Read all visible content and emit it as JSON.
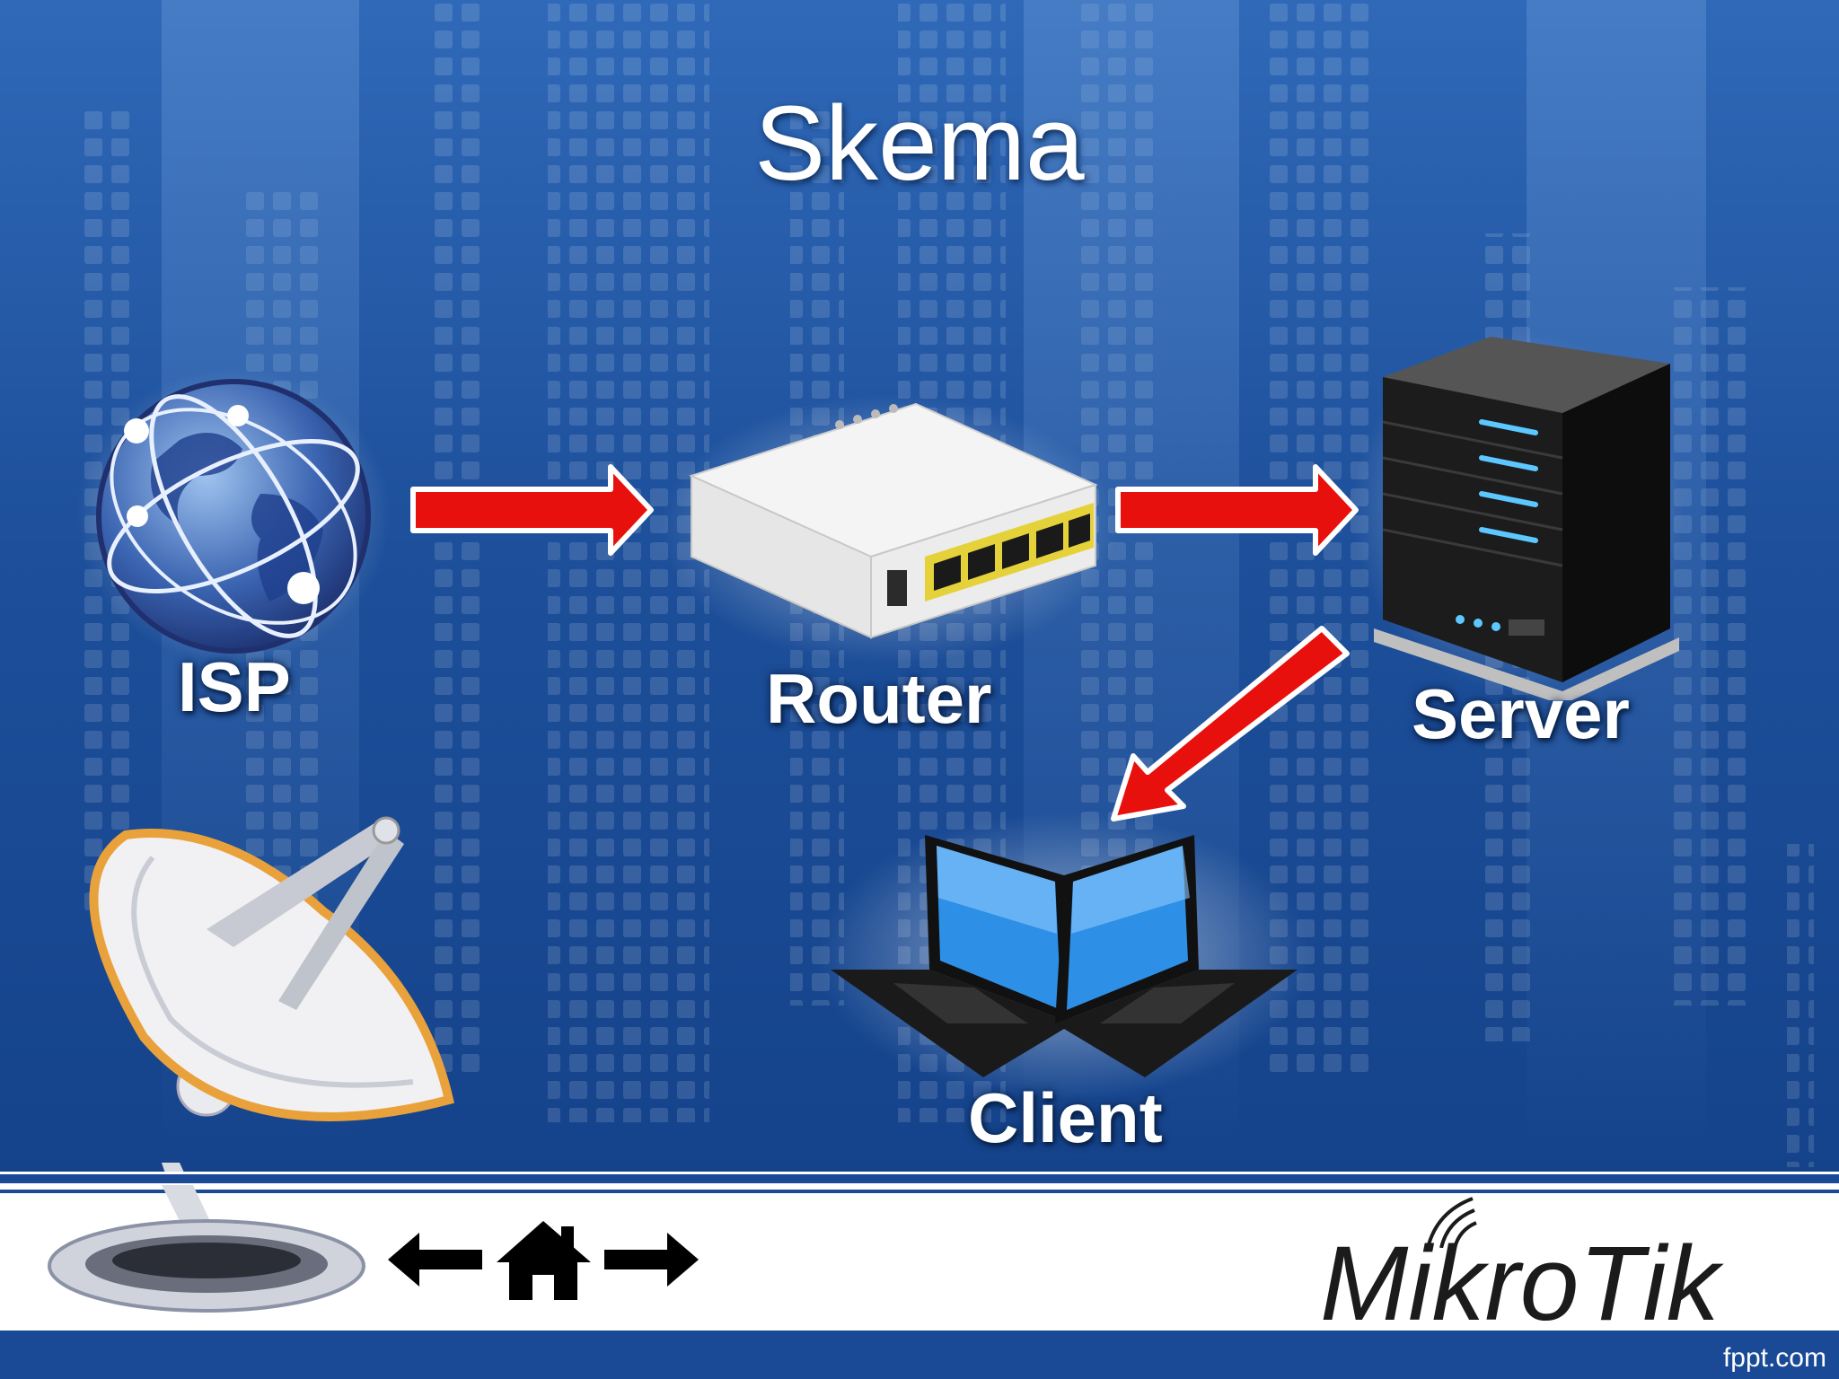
{
  "title": "Skema",
  "nodes": {
    "isp": {
      "label": "ISP",
      "icon": "globe-icon"
    },
    "router": {
      "label": "Router",
      "icon": "router-icon"
    },
    "server": {
      "label": "Server",
      "icon": "server-icon"
    },
    "client": {
      "label": "Client",
      "icon": "laptop-icon"
    }
  },
  "edges": [
    {
      "from": "ISP",
      "to": "Router"
    },
    {
      "from": "Router",
      "to": "Server"
    },
    {
      "from": "Server",
      "to": "Client"
    }
  ],
  "nav": {
    "back_icon": "arrow-left-icon",
    "home_icon": "home-icon",
    "next_icon": "arrow-right-icon"
  },
  "brand": {
    "text": "MikroTik"
  },
  "credit": "fppt.com",
  "colors": {
    "background": "#1d4f9a",
    "arrow": "#e8100c",
    "footer": "#ffffff",
    "stripe": "#1a4a96"
  }
}
